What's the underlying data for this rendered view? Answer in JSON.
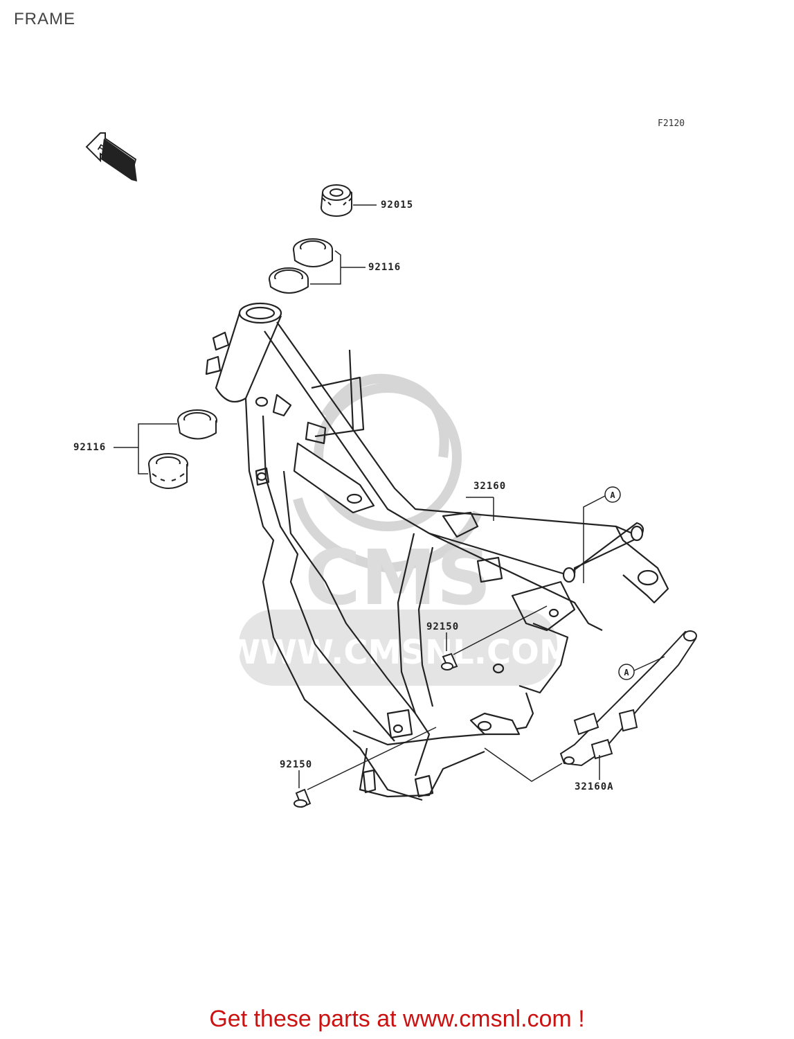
{
  "page": {
    "title": "FRAME",
    "diagram_code": "F2120",
    "front_label": "FRONT",
    "cta": "Get these parts at www.cmsnl.com !"
  },
  "watermark": {
    "logo_text": "CMS",
    "url_text": "WWW.CMSNL.COM"
  },
  "parts": [
    {
      "number": "92015"
    },
    {
      "number": "92116"
    },
    {
      "number": "92116"
    },
    {
      "number": "32160"
    },
    {
      "number": "92150"
    },
    {
      "number": "92150"
    },
    {
      "number": "32160A"
    }
  ],
  "callouts": {
    "ref_a": "A"
  },
  "colors": {
    "line": "#222222",
    "watermark": "#d6d6d6",
    "cta": "#cc1111"
  }
}
